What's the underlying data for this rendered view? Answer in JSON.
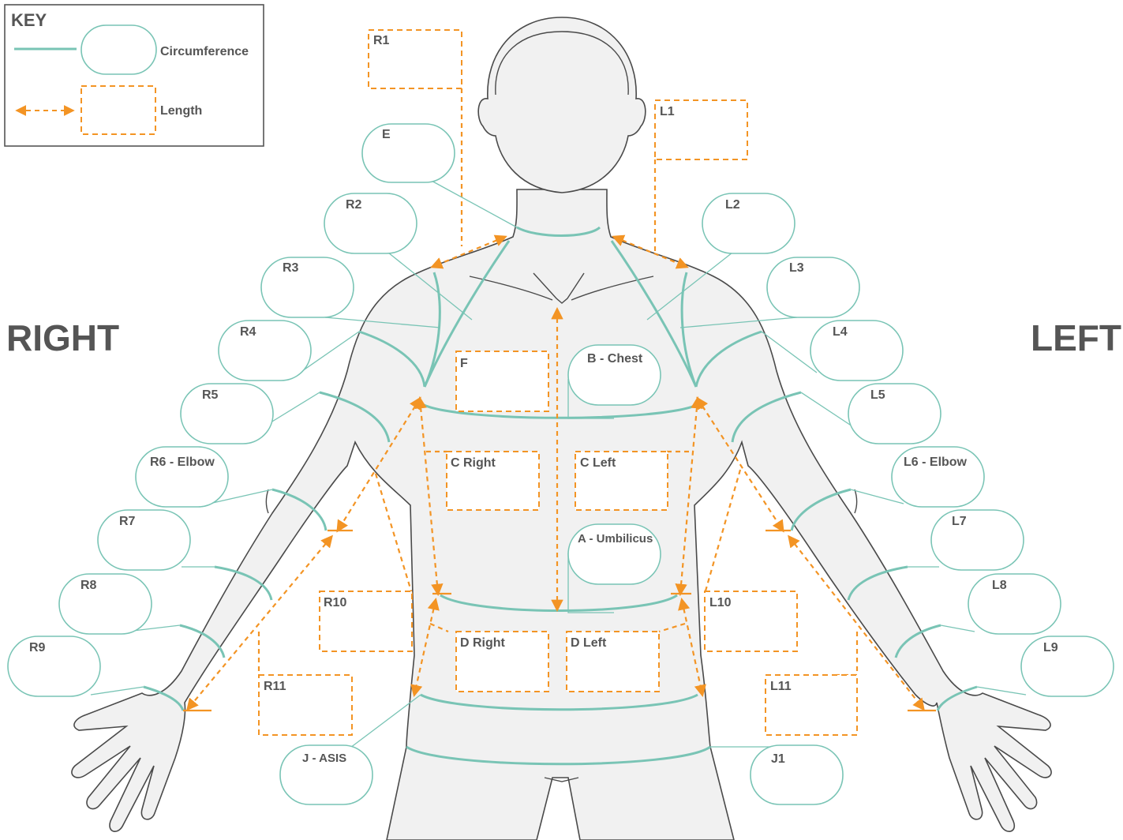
{
  "key": {
    "title": "KEY",
    "circumference_label": "Circumference",
    "length_label": "Length"
  },
  "sides": {
    "right": "RIGHT",
    "left": "LEFT"
  },
  "circumference_labels": {
    "E": "E",
    "R2": "R2",
    "R3": "R3",
    "R4": "R4",
    "R5": "R5",
    "R6": "R6 - Elbow",
    "R7": "R7",
    "R8": "R8",
    "R9": "R9",
    "L2": "L2",
    "L3": "L3",
    "L4": "L4",
    "L5": "L5",
    "L6": "L6 - Elbow",
    "L7": "L7",
    "L8": "L8",
    "L9": "L9",
    "B": "B - Chest",
    "A": "A - Umbilicus",
    "J": "J - ASIS",
    "J1": "J1"
  },
  "length_labels": {
    "R1": "R1",
    "L1": "L1",
    "F": "F",
    "C_right": "C Right",
    "C_left": "C Left",
    "R10": "R10",
    "L10": "L10",
    "D_right": "D Right",
    "D_left": "D Left",
    "R11": "R11",
    "L11": "L11"
  },
  "colors": {
    "circumference": "#79c4b5",
    "length": "#f39424",
    "body_fill": "#f1f1f1",
    "outline": "#4a4a4a",
    "text": "#555555"
  }
}
